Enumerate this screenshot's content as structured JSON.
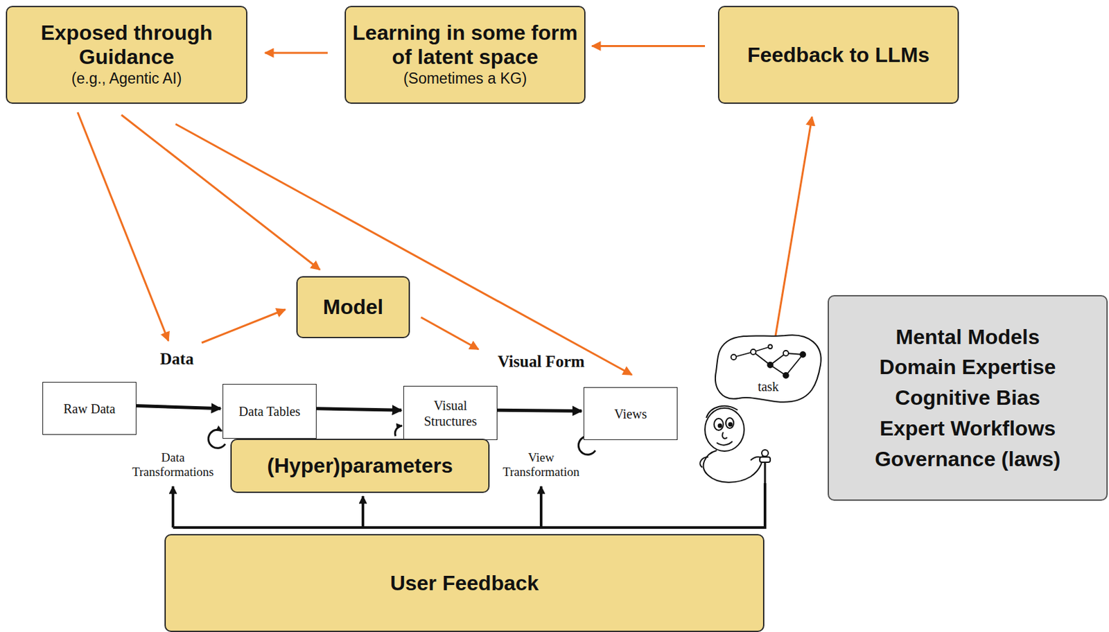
{
  "diagram": {
    "nodes": [
      {
        "text": [
          "Exposed through Guidance",
          "(e.g., Agentic AI)"
        ]
      },
      {
        "text": [
          "Learning in some form of latent space",
          "(Sometimes a KG)"
        ]
      },
      {
        "text": [
          "Feedback to LLMs"
        ]
      },
      {
        "text": [
          "Model"
        ]
      },
      {
        "text": [
          "Raw Data"
        ]
      },
      {
        "text": [
          "Data Tables"
        ]
      },
      {
        "text": [
          "Visual Structures"
        ]
      },
      {
        "text": [
          "Views"
        ]
      },
      {
        "text": [
          "task"
        ]
      },
      {
        "text": [
          "Mental Models",
          "Domain Expertise",
          "Cognitive Bias",
          "Expert Workflows",
          "Governance (laws)"
        ]
      },
      {
        "text": [
          "(Hyper)parameters"
        ]
      },
      {
        "text": [
          "User Feedback"
        ]
      }
    ],
    "edges": [
      {
        "from": 1,
        "to": 0,
        "arrow": "to"
      },
      {
        "from": 2,
        "to": 1,
        "arrow": "to"
      },
      {
        "from": 0,
        "to": 3,
        "arrow": "to"
      },
      {
        "from": 0,
        "to": 7,
        "arrow": "to"
      },
      {
        "from": 8,
        "to": 2,
        "arrow": "to"
      },
      {
        "from": 4,
        "to": 5,
        "arrow": "to"
      },
      {
        "from": 5,
        "to": 6,
        "arrow": "to"
      },
      {
        "from": 6,
        "to": 7,
        "arrow": "to"
      }
    ],
    "labels": [
      "Data",
      "Visual Form",
      "Data Transformations",
      "View Transformation"
    ]
  }
}
